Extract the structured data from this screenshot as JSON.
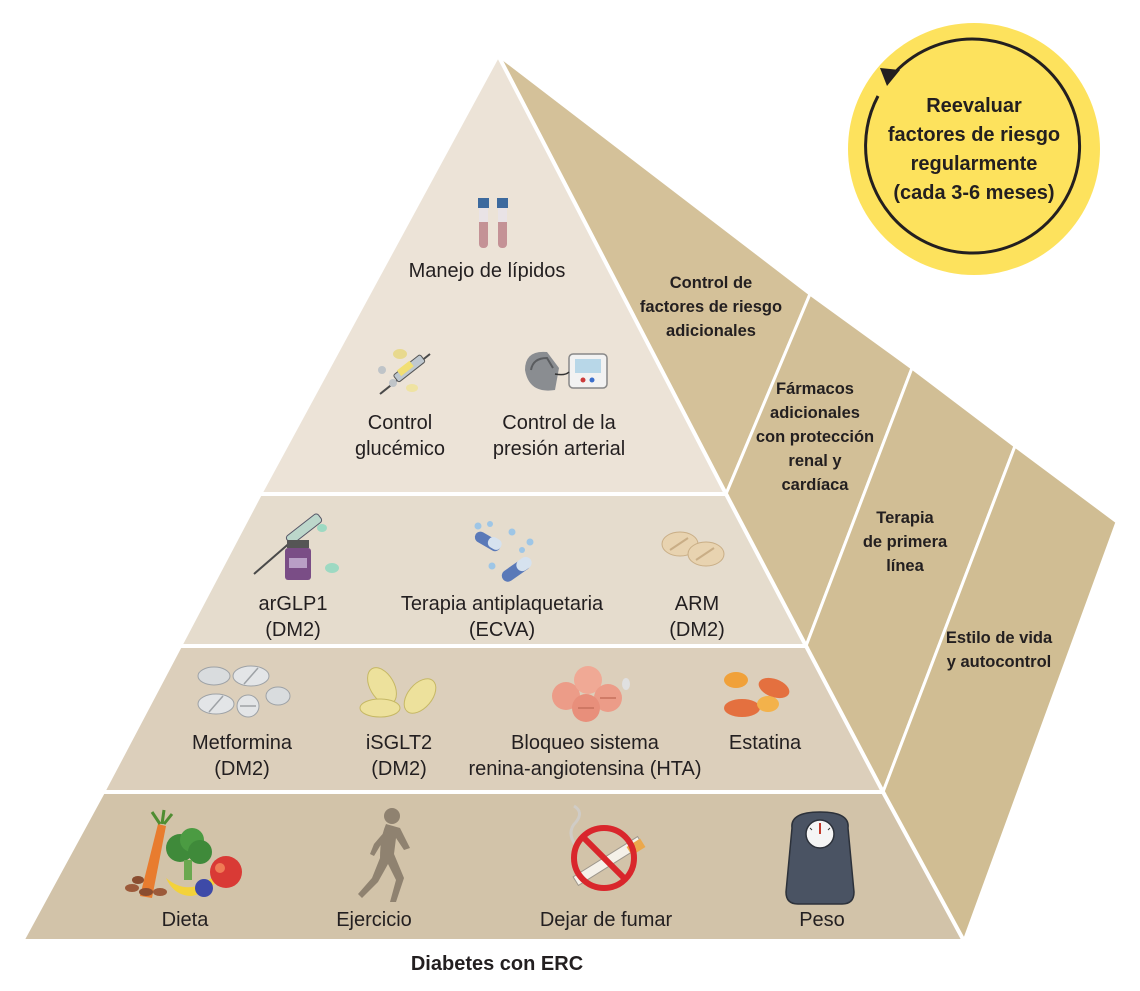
{
  "cycle_badge": {
    "lines": [
      "Reevaluar",
      "factores de riesgo",
      "regularmente",
      "(cada 3-6 meses)"
    ]
  },
  "tier_top": {
    "items": [
      {
        "lines": [
          "Manejo de lípidos"
        ],
        "icon": "test-tubes-icon"
      },
      {
        "lines": [
          "Control",
          "glucémico"
        ],
        "icon": "syringe-pills-icon"
      },
      {
        "lines": [
          "Control de la",
          "presión arterial"
        ],
        "icon": "blood-pressure-monitor-icon"
      }
    ]
  },
  "tier_second": {
    "items": [
      {
        "lines": [
          "arGLP1",
          "(DM2)"
        ],
        "icon": "injection-vial-icon"
      },
      {
        "lines": [
          "Terapia antiplaquetaria",
          "(ECVA)"
        ],
        "icon": "capsules-icon"
      },
      {
        "lines": [
          "ARM",
          "(DM2)"
        ],
        "icon": "tablets-icon"
      }
    ]
  },
  "tier_third": {
    "items": [
      {
        "lines": [
          "Metformina",
          "(DM2)"
        ],
        "icon": "white-pills-icon"
      },
      {
        "lines": [
          "iSGLT2",
          "(DM2)"
        ],
        "icon": "yellow-pills-icon"
      },
      {
        "lines": [
          "Bloqueo sistema",
          "renina-angiotensina (HTA)"
        ],
        "icon": "pink-pills-icon"
      },
      {
        "lines": [
          "Estatina"
        ],
        "icon": "orange-pills-icon"
      }
    ]
  },
  "tier_base": {
    "items": [
      {
        "lines": [
          "Dieta"
        ],
        "icon": "food-icon"
      },
      {
        "lines": [
          "Ejercicio"
        ],
        "icon": "runner-icon"
      },
      {
        "lines": [
          "Dejar de fumar"
        ],
        "icon": "no-smoking-icon"
      },
      {
        "lines": [
          "Peso"
        ],
        "icon": "scale-icon"
      }
    ]
  },
  "side_labels": [
    {
      "lines": [
        "Control de",
        "factores de riesgo",
        "adicionales"
      ]
    },
    {
      "lines": [
        "Fármacos",
        "adicionales",
        "con protección",
        "renal y",
        "cardíaca"
      ]
    },
    {
      "lines": [
        "Terapia",
        "de primera",
        "línea"
      ]
    },
    {
      "lines": [
        "Estilo de vida",
        "y autocontrol"
      ]
    }
  ],
  "caption": "Diabetes con ERC",
  "colors": {
    "top_tier": "#ece3d7",
    "second_tier": "#e5dccd",
    "third_tier": "#dccfbb",
    "base_tier": "#d2c3a9",
    "side_face": "#d4c199",
    "badge": "#fde25d",
    "outline": "#ffffff"
  }
}
